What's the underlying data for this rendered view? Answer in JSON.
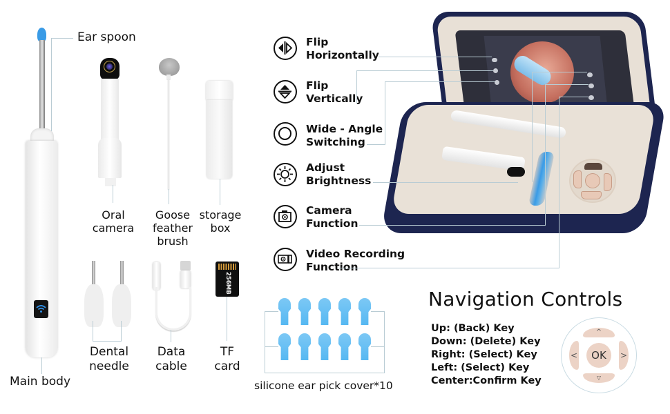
{
  "accessories": {
    "ear_spoon": "Ear spoon",
    "oral_camera": [
      "Oral",
      "camera"
    ],
    "goose_feather_brush": [
      "Goose",
      "feather",
      "brush"
    ],
    "storage_box": [
      "storage",
      "box"
    ],
    "main_body": "Main body",
    "dental_needle": [
      "Dental",
      "needle"
    ],
    "data_cable": [
      "Data",
      "cable"
    ],
    "tf_card": [
      "TF",
      "card"
    ],
    "tf_card_capacity": "256MB",
    "silicone_cover": "silicone ear pick cover*10",
    "silicone_cover_count": 10
  },
  "features": [
    {
      "icon": "flip-horizontal-icon",
      "line1": "Flip",
      "line2": "Horizontally"
    },
    {
      "icon": "flip-vertical-icon",
      "line1": "Flip",
      "line2": "Vertically"
    },
    {
      "icon": "wide-angle-icon",
      "line1": "Wide - Angle",
      "line2": "Switching"
    },
    {
      "icon": "brightness-icon",
      "line1": "Adjust",
      "line2": "Brightness"
    },
    {
      "icon": "camera-icon",
      "line1": "Camera",
      "line2": "Function"
    },
    {
      "icon": "video-icon",
      "line1": "Video Recording",
      "line2": "Function"
    }
  ],
  "navigation": {
    "title": "Navigation Controls",
    "keys": [
      "Up: (Back) Key",
      "Down: (Delete) Key",
      "Right: (Select) Key",
      "Left: (Select) Key",
      "Center:Confirm Key"
    ],
    "pad": {
      "ok": "OK",
      "up": "^",
      "down": "▽",
      "left": "<",
      "right": ">"
    }
  },
  "colors": {
    "accent_blue": "#3a9be6",
    "case_navy": "#1d2550",
    "case_interior": "#e8e0d6",
    "dpad_beige": "#ecd3c6",
    "leader_line": "#b9ccd4"
  }
}
